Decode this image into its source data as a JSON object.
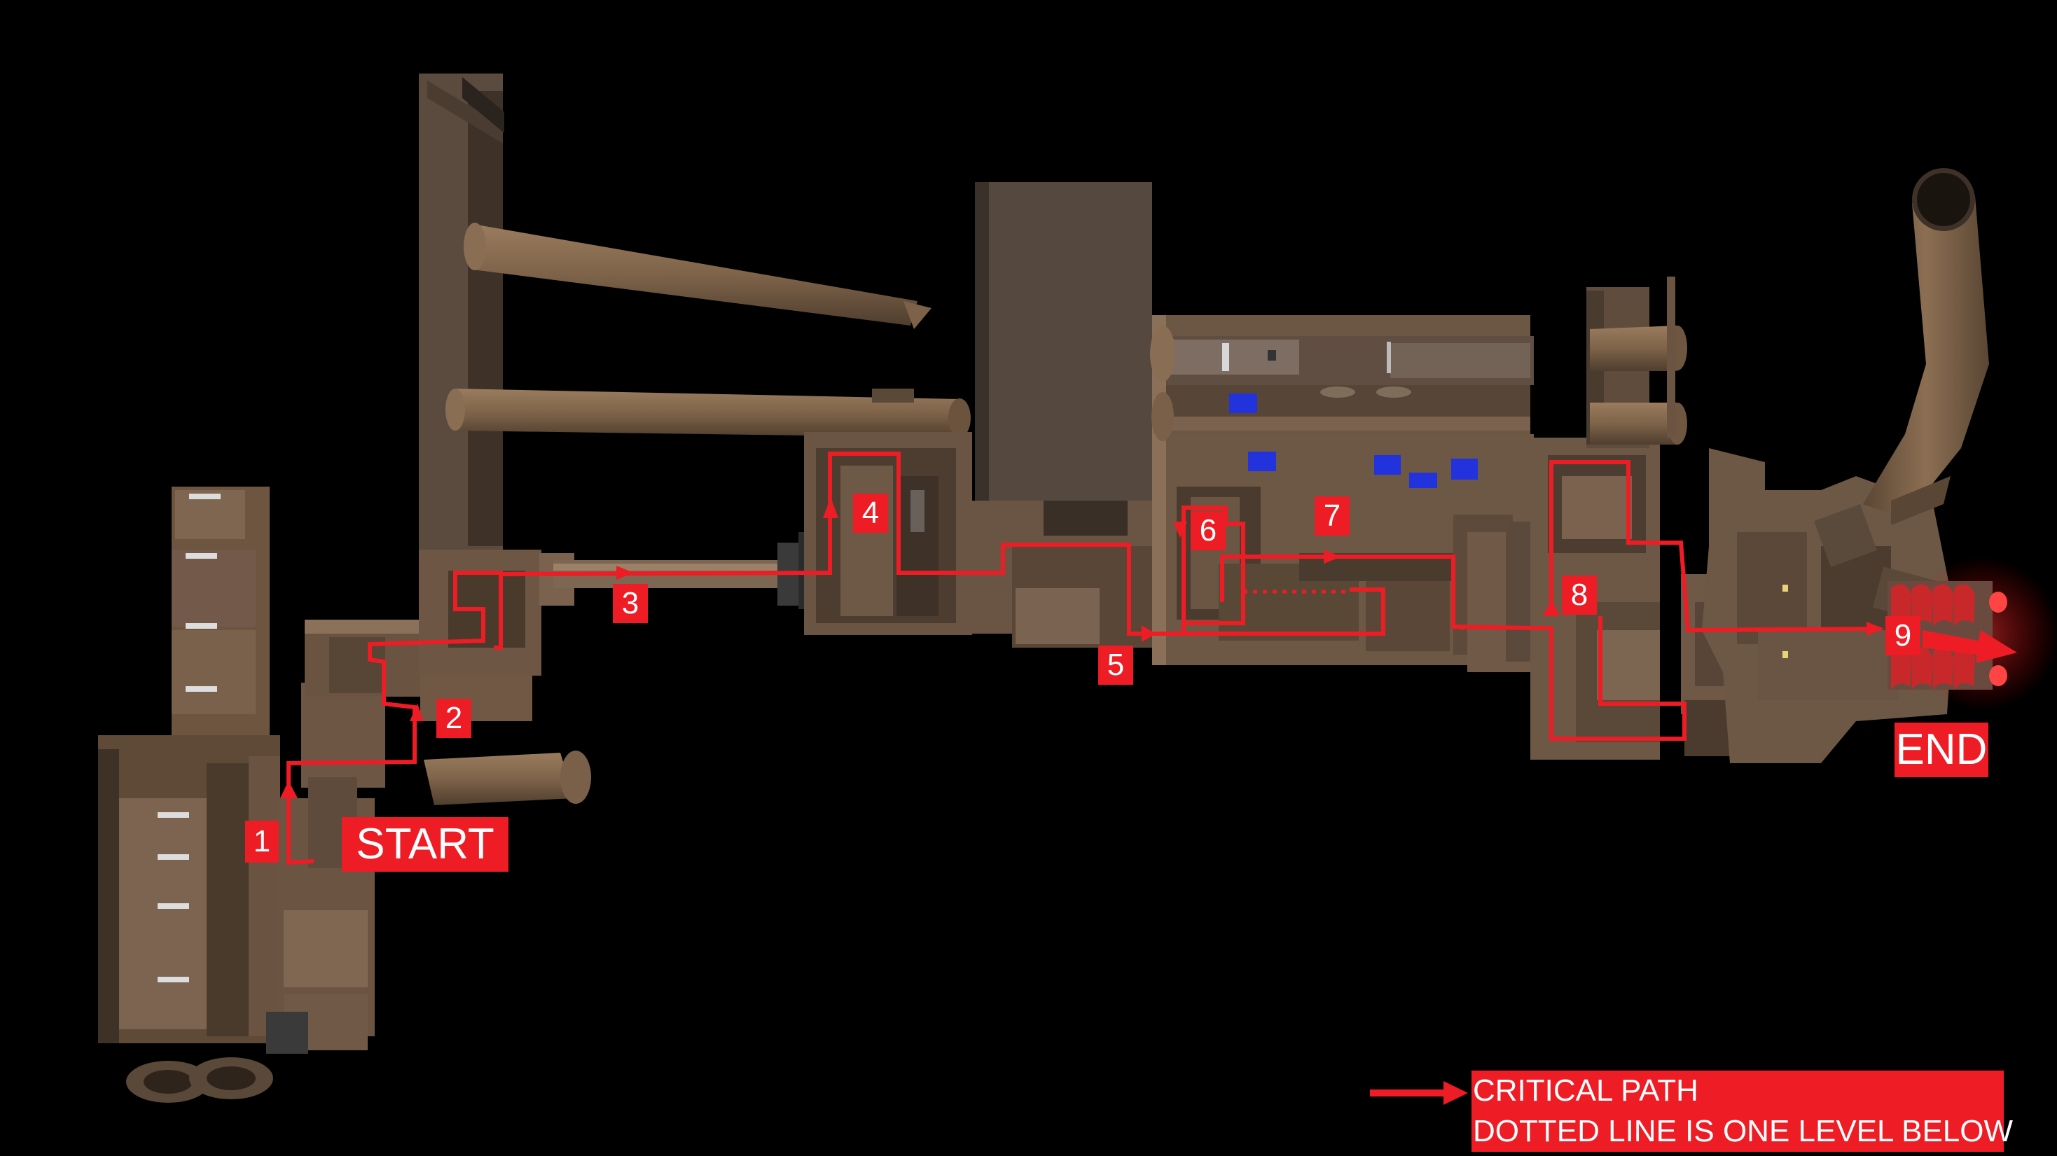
{
  "map": {
    "markers": [
      "1",
      "2",
      "3",
      "4",
      "5",
      "6",
      "7",
      "8",
      "9"
    ],
    "start_label": "START",
    "end_label": "END"
  },
  "legend": {
    "critical_path": "CRITICAL PATH",
    "dotted_line": "DOTTED LINE IS ONE LEVEL BELOW"
  },
  "colors": {
    "background": "#000000",
    "path": "#ee1c24",
    "structure": "#7a6148",
    "structure_dark": "#4e3f31",
    "highlight": "#2233dd"
  }
}
